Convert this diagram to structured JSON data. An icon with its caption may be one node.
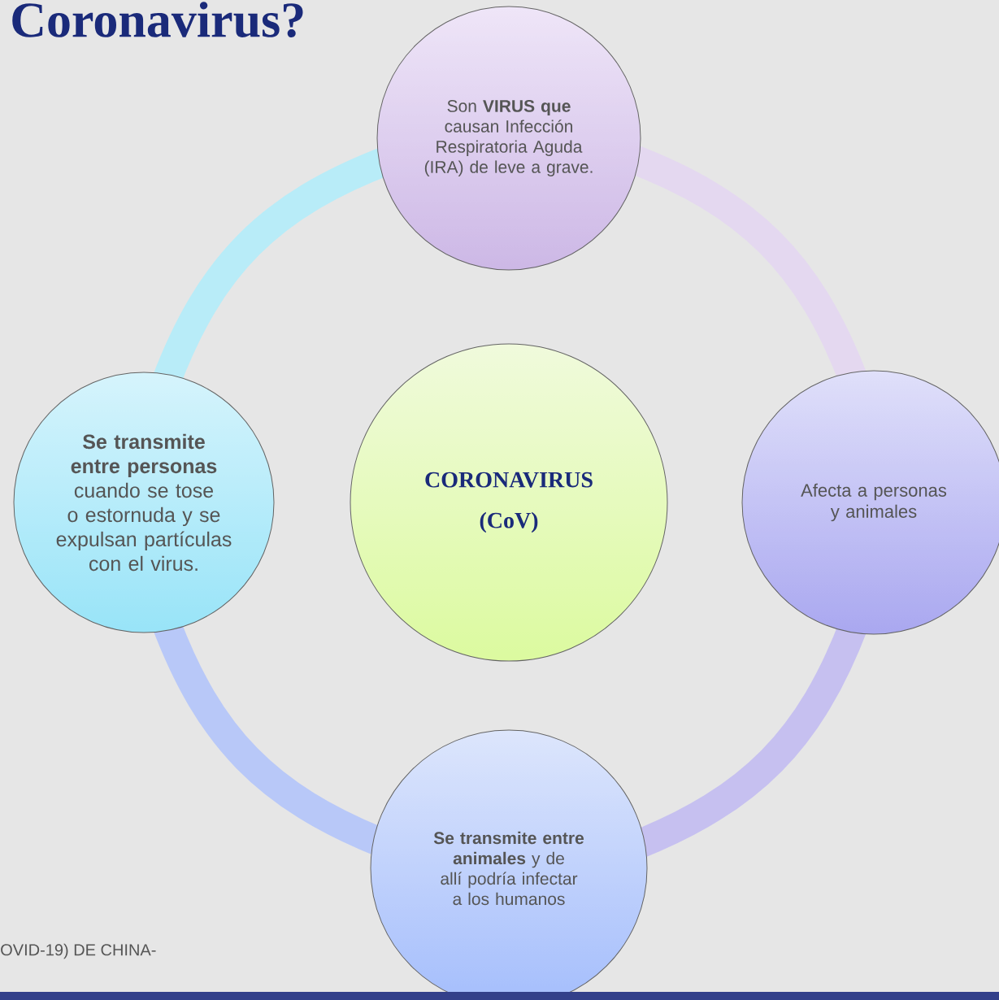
{
  "diagram": {
    "title": "Coronavirus?",
    "nodes": [
      {
        "text": [
          "Son **VIRUS que** causan Infección Respiratoria Aguda (IRA) de leve a grave."
        ]
      },
      {
        "text": [
          "**Se transmite entre personas** cuando se tose o estornuda y se expulsan partículas con el virus."
        ]
      },
      {
        "text": [
          "CORONAVIRUS",
          "(CoV)"
        ]
      },
      {
        "text": [
          "Afecta a personas y animales"
        ]
      },
      {
        "text": [
          "**Se transmite entre animales** y de allí podría infectar a los humanos"
        ]
      }
    ],
    "edges": [
      {
        "from": 0,
        "to": 3,
        "arrow": "none",
        "color": "#e4d8f0"
      },
      {
        "from": 3,
        "to": 4,
        "arrow": "none",
        "color": "#c6c0f0"
      },
      {
        "from": 4,
        "to": 1,
        "arrow": "none",
        "color": "#b8c8f8"
      },
      {
        "from": 1,
        "to": 0,
        "arrow": "none",
        "color": "#b8ecf8"
      }
    ],
    "labels": [
      "OVID-19) DE CHINA-"
    ]
  }
}
